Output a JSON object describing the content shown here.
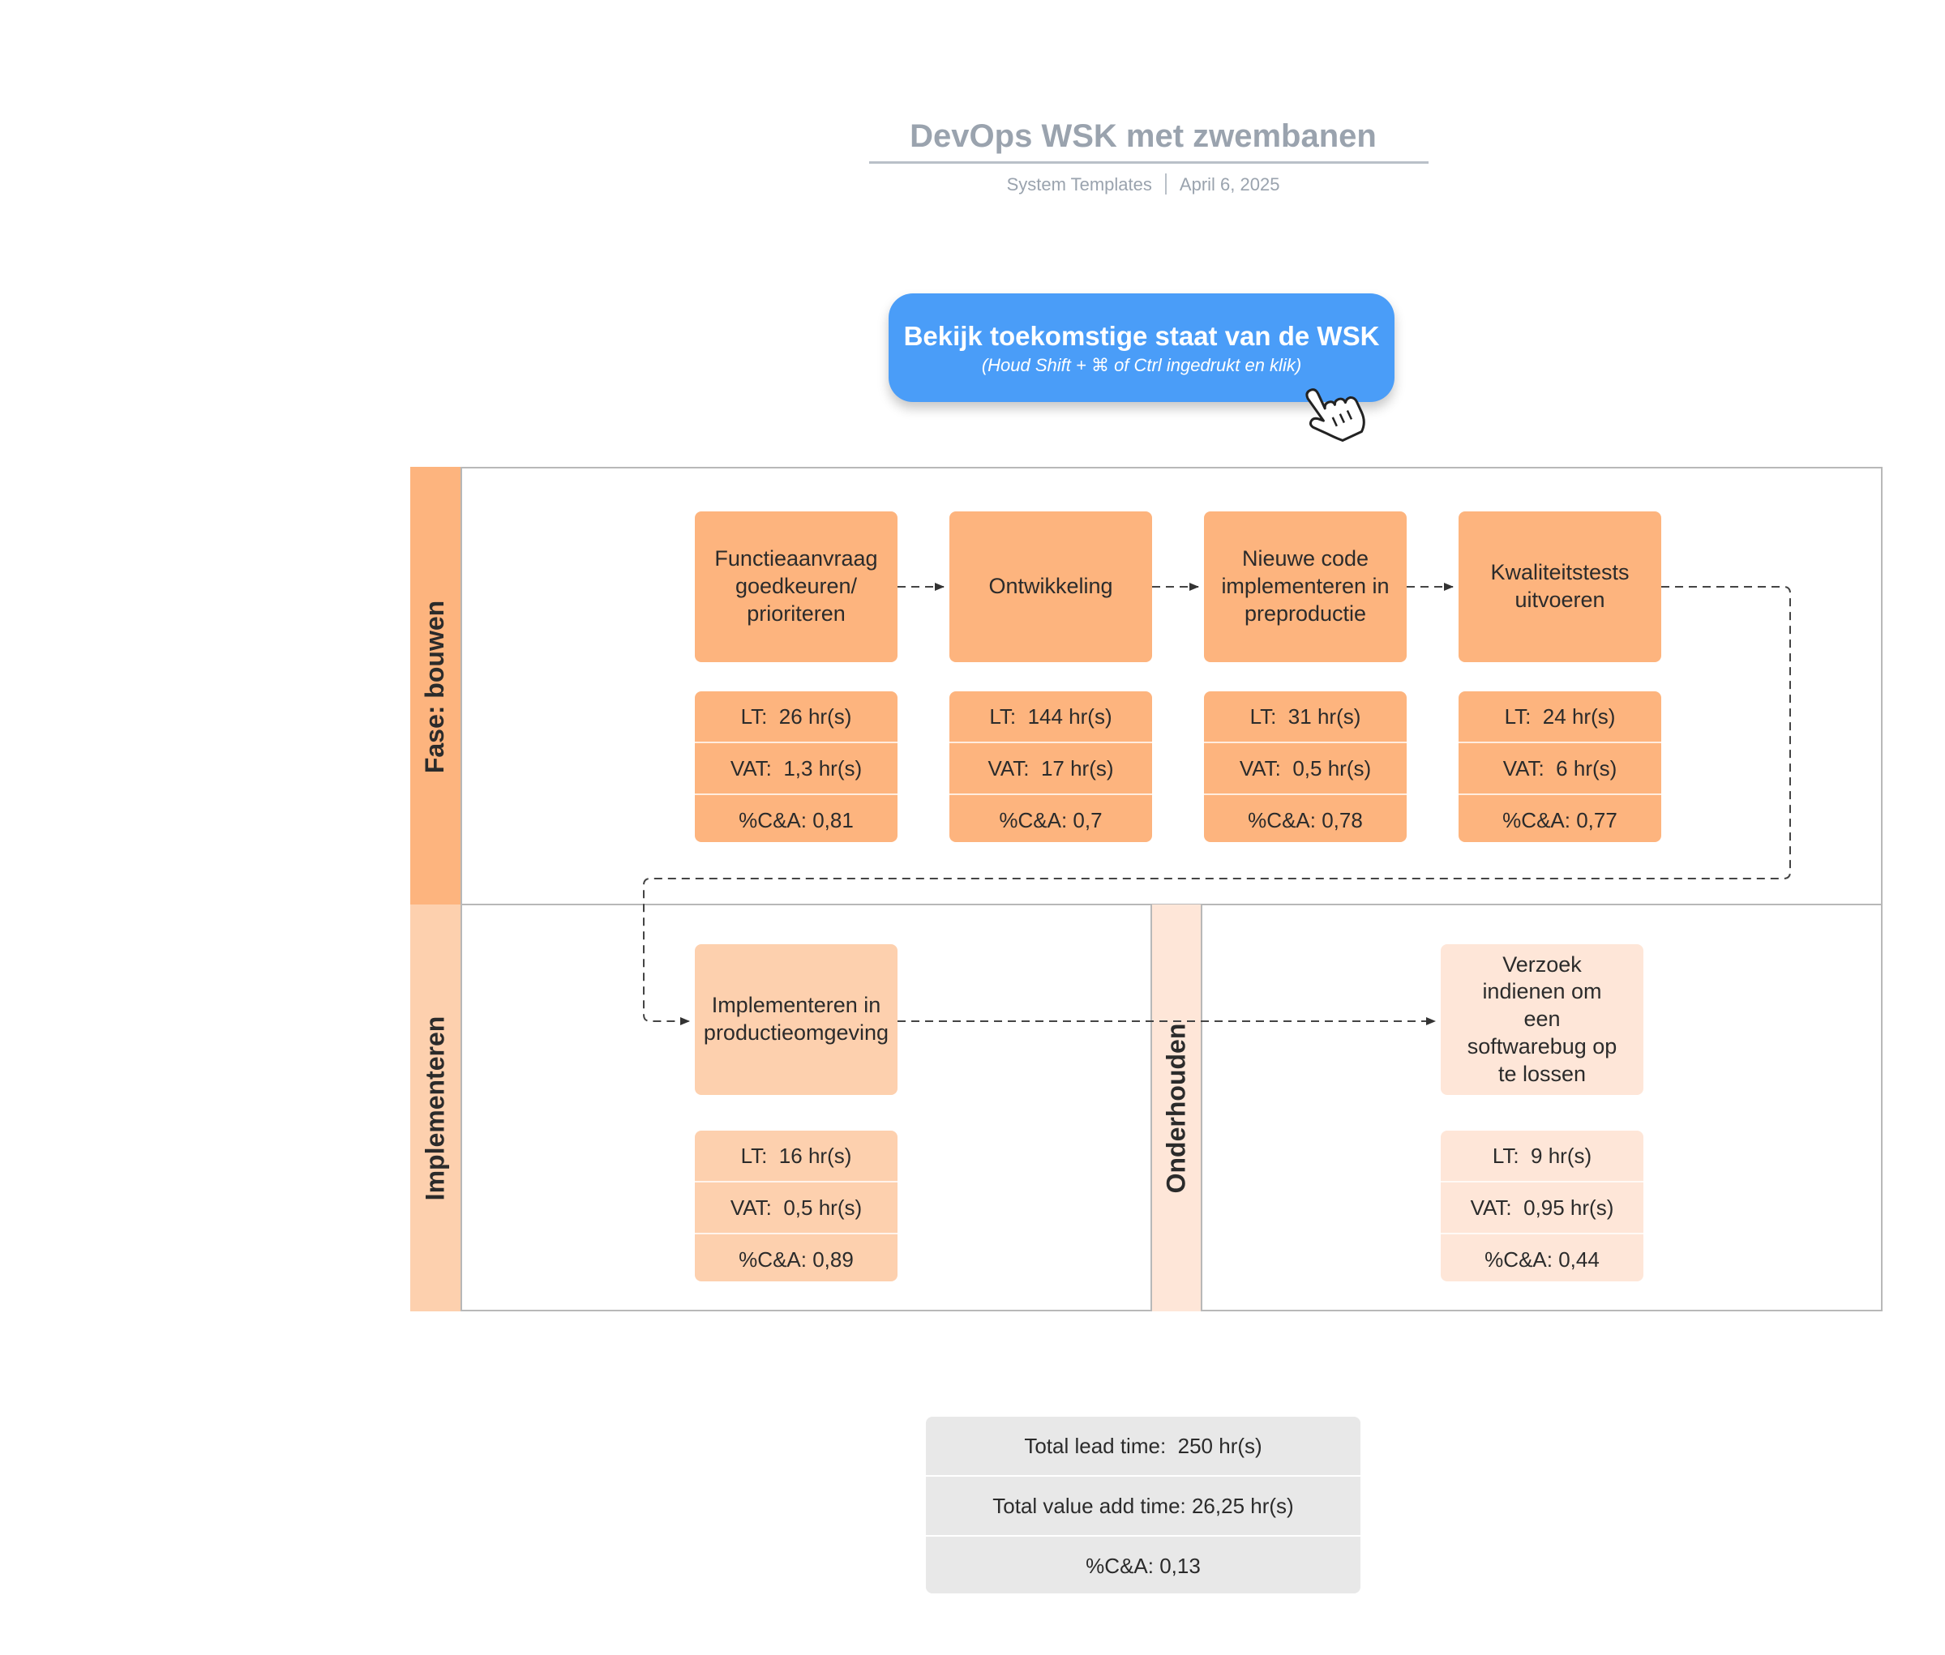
{
  "header": {
    "title": "DevOps WSK met zwembanen",
    "author": "System Templates",
    "date": "April 6, 2025"
  },
  "cta": {
    "title": "Bekijk toekomstige staat van de WSK",
    "subtitle": "(Houd Shift + ⌘ of Ctrl ingedrukt en klik)"
  },
  "lanes": {
    "build": "Fase: bouwen",
    "implement": "Implementeren",
    "maintain": "Onderhouden"
  },
  "steps": [
    {
      "label": "Functieaanvraag goedkeuren/ prioriteren",
      "lt": "LT:  26 hr(s)",
      "vat": "VAT:  1,3 hr(s)",
      "ca": "%C&A: 0,81"
    },
    {
      "label": "Ontwikkeling",
      "lt": "LT:  144 hr(s)",
      "vat": "VAT:  17 hr(s)",
      "ca": "%C&A: 0,7"
    },
    {
      "label": "Nieuwe code implementeren in preproductie",
      "lt": "LT:  31 hr(s)",
      "vat": "VAT:  0,5 hr(s)",
      "ca": "%C&A: 0,78"
    },
    {
      "label": "Kwaliteitstests uitvoeren",
      "lt": "LT:  24 hr(s)",
      "vat": "VAT:  6 hr(s)",
      "ca": "%C&A: 0,77"
    },
    {
      "label": "Implementeren in productieomgeving",
      "lt": "LT:  16 hr(s)",
      "vat": "VAT:  0,5 hr(s)",
      "ca": "%C&A: 0,89"
    },
    {
      "label": "Verzoek indienen om een softwarebug op te lossen",
      "lt": "LT:  9 hr(s)",
      "vat": "VAT:  0,95 hr(s)",
      "ca": "%C&A: 0,44"
    }
  ],
  "totals": {
    "lead_time": "Total lead time:  250 hr(s)",
    "value_add_time": "Total value add time: 26,25 hr(s)",
    "ca": "%C&A: 0,13"
  },
  "colors": {
    "build": "#fdb47e",
    "implement": "#fdd0ae",
    "maintain": "#fee6d8",
    "cta": "#4a9df8"
  }
}
